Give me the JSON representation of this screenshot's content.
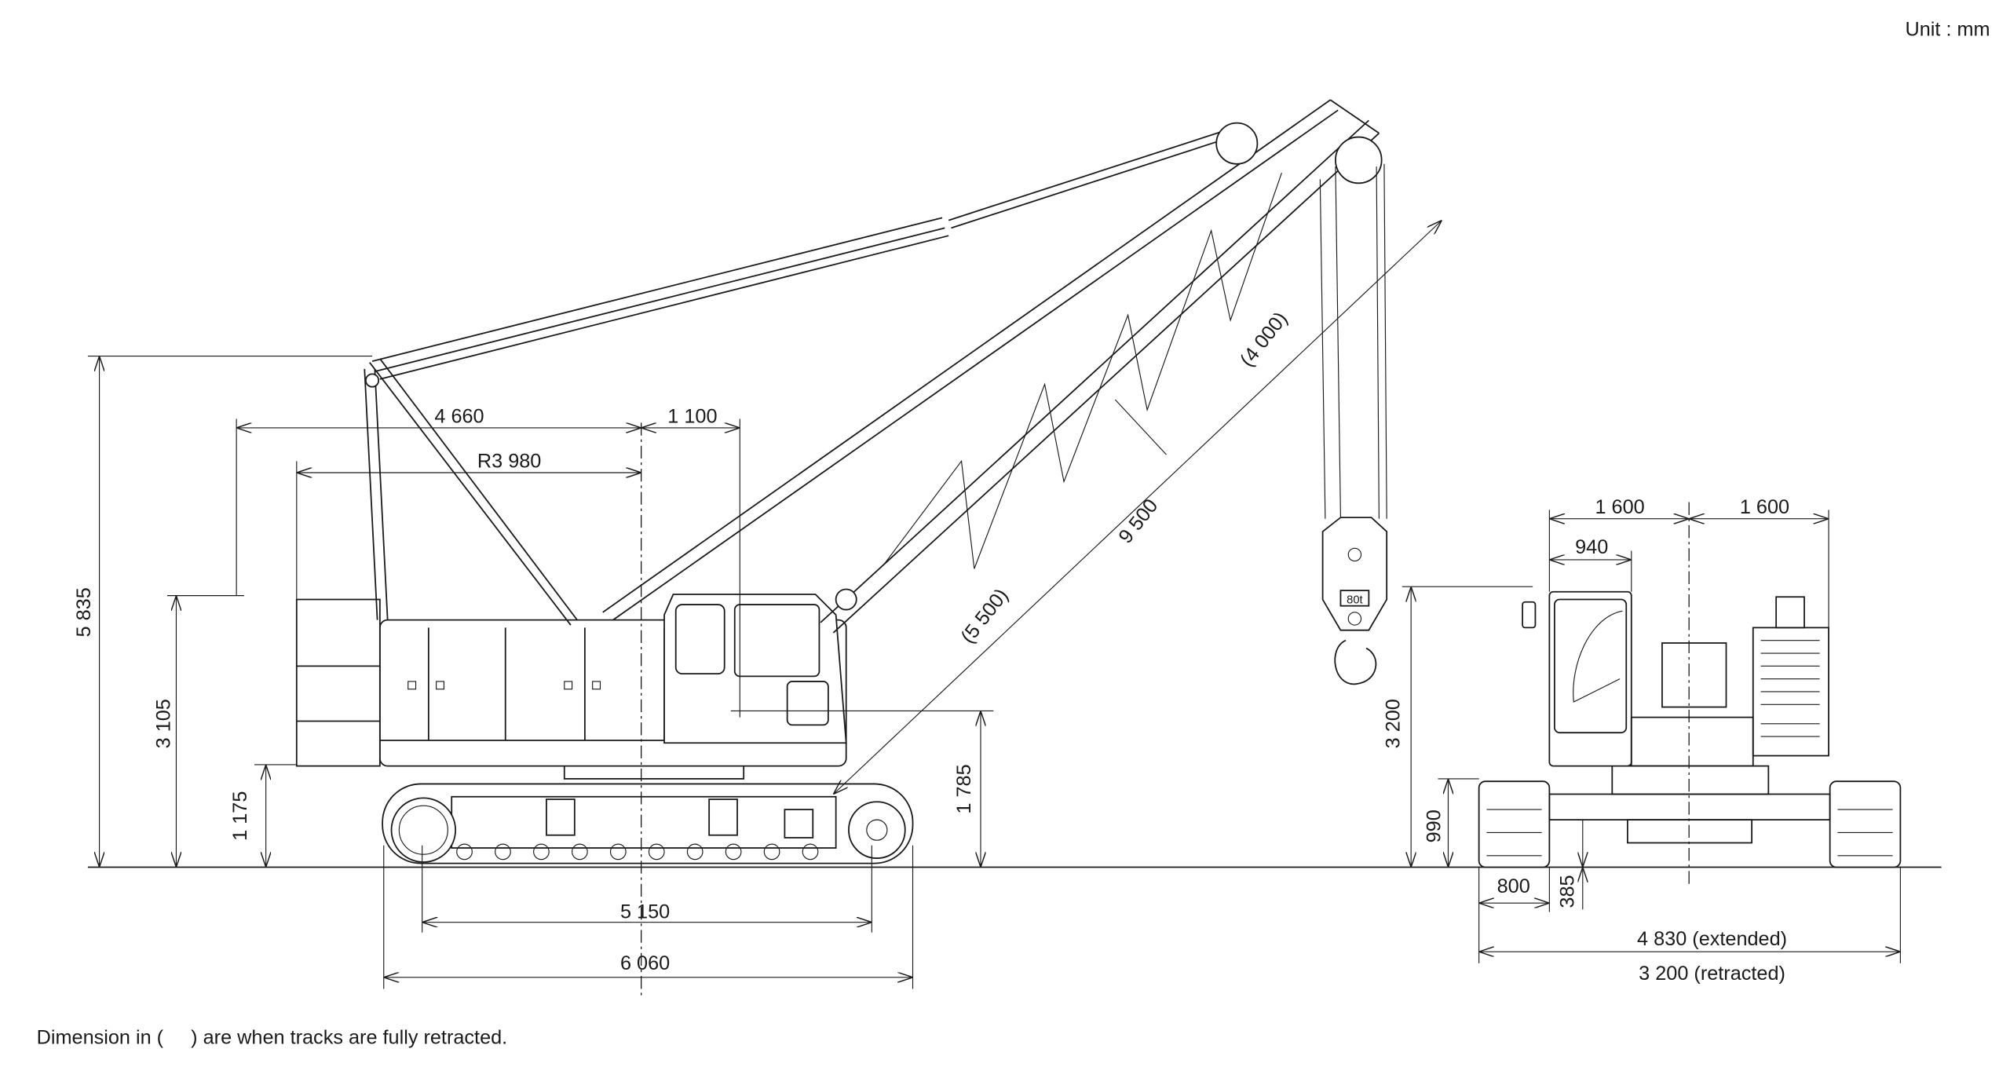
{
  "unit_label": "Unit : mm",
  "footnote": "Dimension in (     ) are when tracks are fully retracted.",
  "hook_capacity": "80t",
  "side_view": {
    "dims": {
      "overall_height": "5 835",
      "gantry_height": "3 105",
      "counterweight_clearance": "1 175",
      "gantry_to_center": "4 660",
      "boom_foot_offset": "1 100",
      "tail_swing_radius": "R3 980",
      "tumbler_center": "5 150",
      "crawler_length": "6 060",
      "boom_foot_height": "1 785",
      "boom_base_retracted": "(5 500)",
      "boom_length": "9 500",
      "boom_top_retracted": "(4 000)"
    }
  },
  "front_view": {
    "dims": {
      "half_width_left": "1 600",
      "half_width_right": "1 600",
      "cab_width": "940",
      "height": "3 200",
      "crawler_height": "990",
      "shoe_width": "800",
      "ground_clearance": "385",
      "width_extended": "4 830 (extended)",
      "width_retracted": "3 200 (retracted)"
    }
  }
}
